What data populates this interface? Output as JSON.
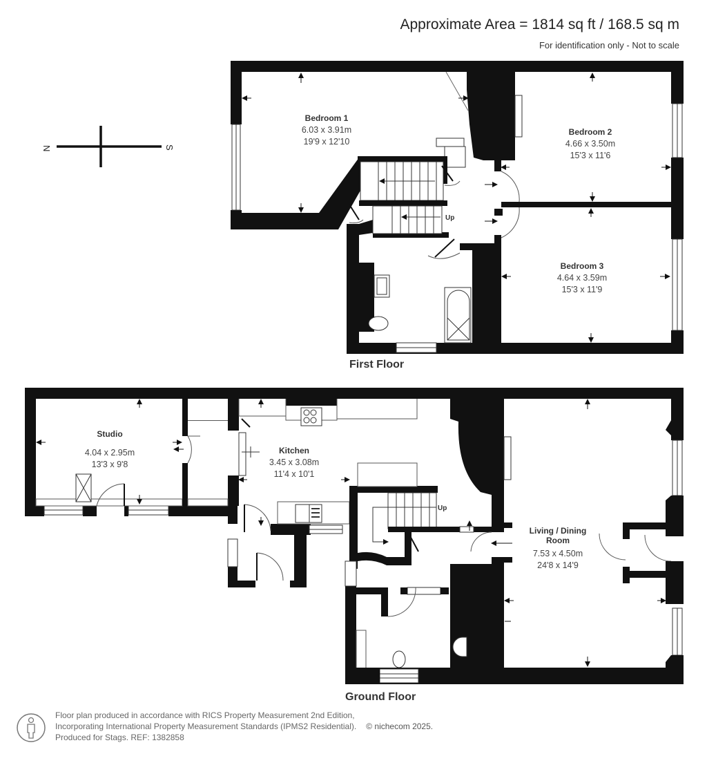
{
  "header": {
    "area_title": "Approximate Area = 1814 sq ft / 168.5 sq m",
    "disclaimer": "For identification only - Not to scale"
  },
  "compass": {
    "north_label": "N",
    "south_label": "S"
  },
  "floors": {
    "first": {
      "label": "First Floor",
      "rooms": [
        {
          "name": "Bedroom 1",
          "metric": "6.03 x 3.91m",
          "imperial": "19'9 x 12'10"
        },
        {
          "name": "Bedroom 2",
          "metric": "4.66 x 3.50m",
          "imperial": "15'3 x 11'6"
        },
        {
          "name": "Bedroom 3",
          "metric": "4.64 x 3.59m",
          "imperial": "15'3 x 11'9"
        }
      ],
      "stairs_label": "Up"
    },
    "ground": {
      "label": "Ground Floor",
      "rooms": [
        {
          "name": "Studio",
          "metric": "4.04 x 2.95m",
          "imperial": "13'3 x 9'8"
        },
        {
          "name": "Kitchen",
          "metric": "3.45 x 3.08m",
          "imperial": "11'4 x 10'1"
        },
        {
          "name": "Living / Dining",
          "name_line2": "Room",
          "metric": "7.53 x 4.50m",
          "imperial": "24'8 x 14'9"
        }
      ],
      "stairs_label": "Up"
    }
  },
  "footer": {
    "line1": "Floor plan produced in accordance with RICS Property Measurement 2nd Edition,",
    "line2": "Incorporating International Property Measurement Standards (IPMS2 Residential).",
    "copyright": "© nichecom 2025.",
    "line3": "Produced for Stags.   REF: 1382858"
  }
}
